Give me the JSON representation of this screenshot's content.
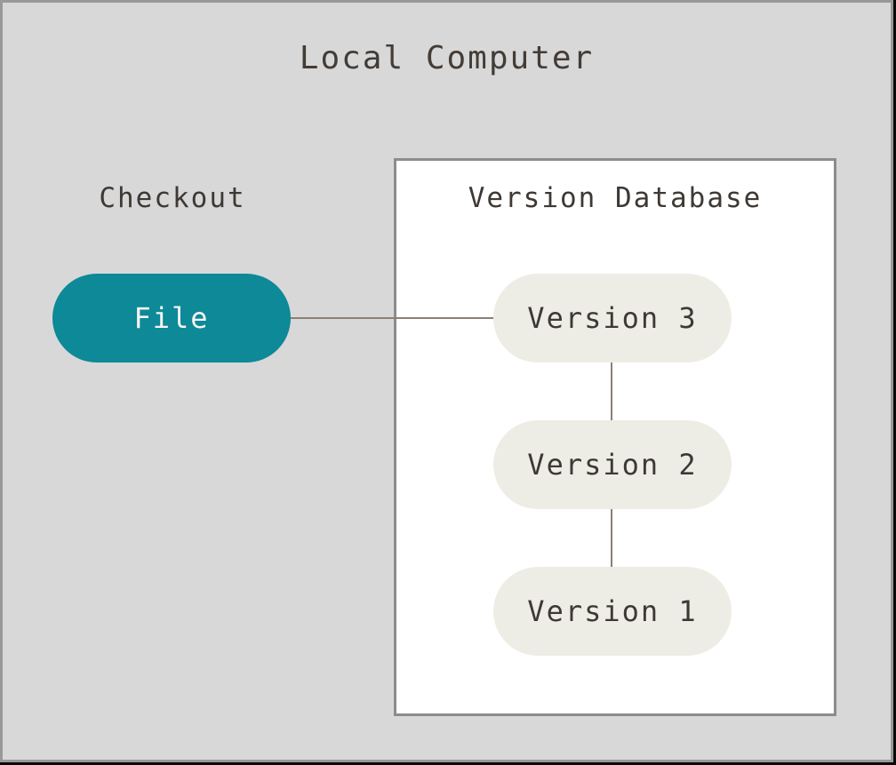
{
  "local_computer": {
    "title": "Local Computer"
  },
  "checkout": {
    "label": "Checkout",
    "file_label": "File"
  },
  "version_database": {
    "title": "Version Database",
    "versions": [
      "Version 3",
      "Version 2",
      "Version 1"
    ]
  },
  "colors": {
    "canvas_background": "#d8d8d8",
    "frame_border": "#999999",
    "frame_shadow": "#0a0a0a",
    "box_background": "#ffffff",
    "box_border": "#8c8c8c",
    "file_pill_background": "#0d8998",
    "file_pill_text": "#f5f4f2",
    "version_pill_background": "#eeede5",
    "text_dark": "#433c37",
    "connector_line": "#8a8077"
  }
}
